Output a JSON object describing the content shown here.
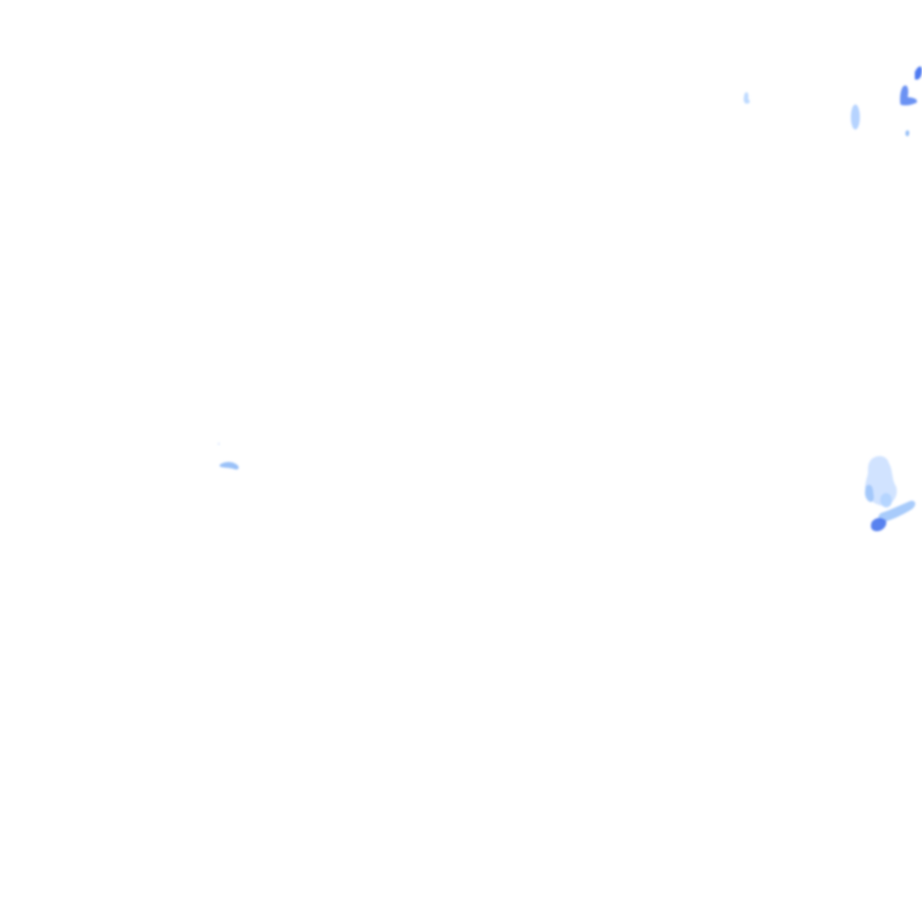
{
  "map": {
    "background": "#ffffff",
    "layer": "precipitation-radar-tile",
    "palette": {
      "light": "#b3d4ff",
      "medium": "#7fb0f5",
      "heavy": "#3c6cf0"
    },
    "echoes": [
      {
        "name": "echo-north-center",
        "intensity": "light"
      },
      {
        "name": "echo-north-east-1",
        "intensity": "light"
      },
      {
        "name": "echo-north-east-2",
        "intensity": "heavy"
      },
      {
        "name": "echo-north-east-3",
        "intensity": "medium"
      },
      {
        "name": "echo-west",
        "intensity": "light"
      },
      {
        "name": "echo-east-cluster",
        "intensity": "medium"
      }
    ]
  }
}
